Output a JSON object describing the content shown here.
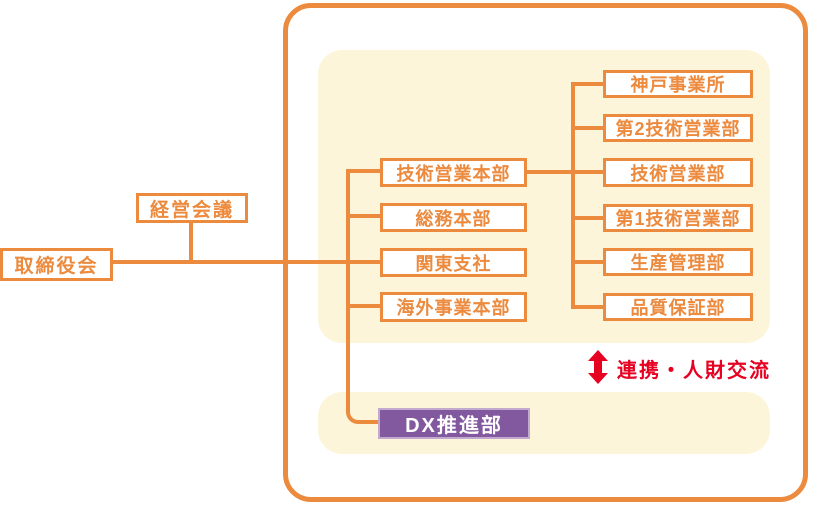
{
  "org": {
    "board": "取締役会",
    "management": "経営会議",
    "divisions": [
      "技術営業本部",
      "総務本部",
      "関東支社",
      "海外事業本部"
    ],
    "departments": [
      "神戸事業所",
      "第2技術営業部",
      "技術営業部",
      "第1技術営業部",
      "生産管理部",
      "品質保証部"
    ],
    "dx_department": "DX推進部",
    "exchange_label": "連携・人財交流"
  },
  "colors": {
    "orange": "#EC8A3E",
    "cream_panel": "#FCF5DA",
    "purple_fill": "#82589F",
    "purple_border": "#C2A9CE",
    "red": "#E60021",
    "white": "#ffffff"
  }
}
